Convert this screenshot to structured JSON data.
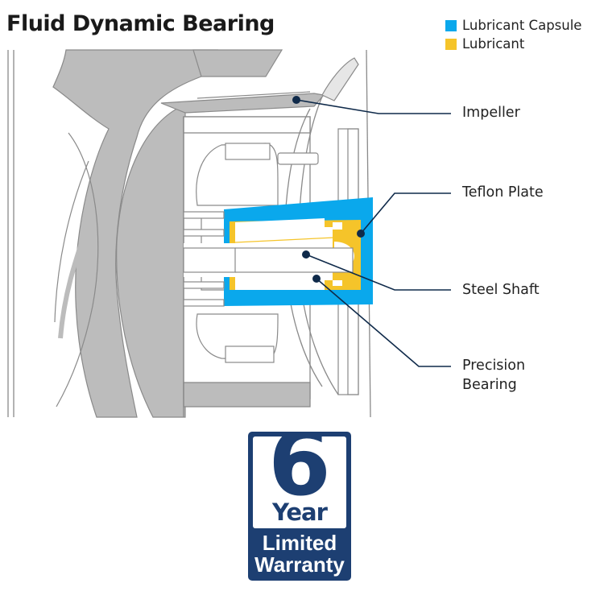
{
  "title": "Fluid Dynamic Bearing",
  "legend": [
    {
      "label": "Lubricant Capsule",
      "color": "#0aa8ec"
    },
    {
      "label": "Lubricant",
      "color": "#f5c42a"
    }
  ],
  "callouts": [
    {
      "id": "impeller",
      "lines": [
        "Impeller"
      ]
    },
    {
      "id": "teflon-plate",
      "lines": [
        "Teflon Plate"
      ]
    },
    {
      "id": "steel-shaft",
      "lines": [
        "Steel Shaft"
      ]
    },
    {
      "id": "precision-bearing",
      "lines": [
        "Precision",
        "Bearing"
      ]
    }
  ],
  "colors": {
    "capsule": "#0aa8ec",
    "lubricant": "#f5c42a",
    "callout_line": "#0f2a4a",
    "fan_fill": "#bcbcbc",
    "outline": "#8a8a8a",
    "badge": "#1d3f72"
  },
  "badge": {
    "number": "6",
    "year": "Year",
    "line1": "Limited",
    "line2": "Warranty"
  }
}
